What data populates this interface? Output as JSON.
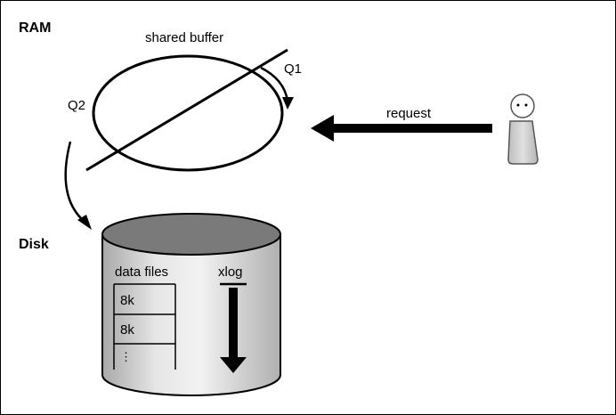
{
  "labels": {
    "ram": "RAM",
    "disk": "Disk",
    "shared_buffer": "shared buffer",
    "q1": "Q1",
    "q2": "Q2",
    "request": "request",
    "data_files": "data files",
    "xlog": "xlog"
  },
  "blocks": [
    "8k",
    "8k",
    "⋮"
  ],
  "colors": {
    "stroke": "#000000",
    "cylinder_top": "#7a7a7a",
    "cylinder_body_dark": "#a8a8a8",
    "cylinder_body_light": "#f0f0f0",
    "person_fill": "#cfcfcf"
  }
}
